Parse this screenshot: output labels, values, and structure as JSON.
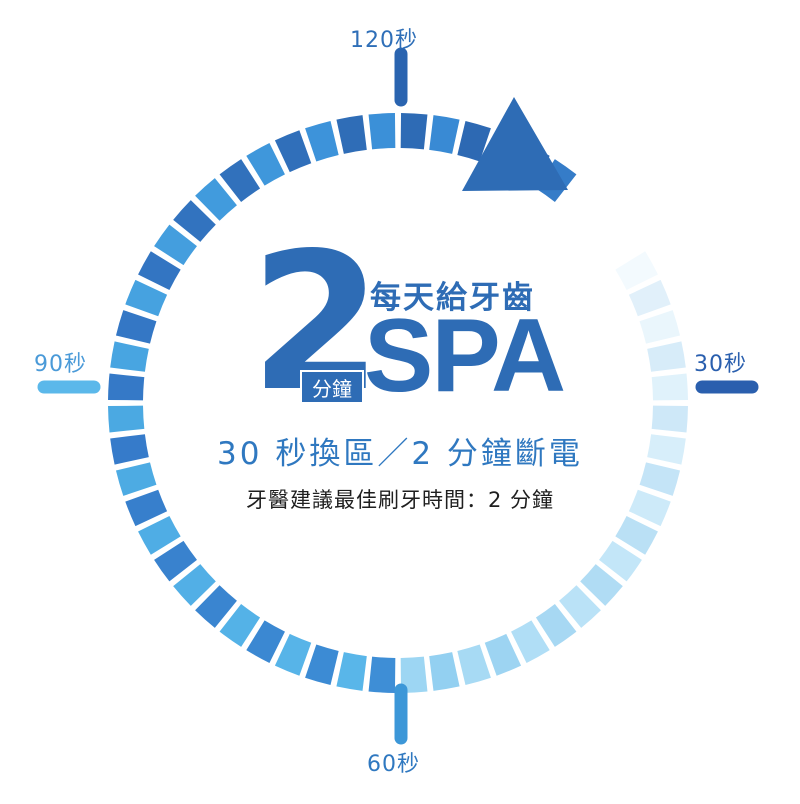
{
  "timer": {
    "ticks": [
      {
        "id": "120",
        "label": "120秒"
      },
      {
        "id": "30",
        "label": "30秒"
      },
      {
        "id": "60",
        "label": "60秒"
      },
      {
        "id": "90",
        "label": "90秒"
      }
    ]
  },
  "center": {
    "big_number": "2",
    "minute_badge": "分鐘",
    "tagline": "每天給牙齒",
    "spa_word": "SPA",
    "subtitle": "30 秒換區／2 分鐘斷電",
    "advice": "牙醫建議最佳刷牙時間：2 分鐘"
  },
  "colors": {
    "primary_blue": "#2e6cb5",
    "dark_blue": "#2a5fae",
    "light_blue": "#5bb8ea",
    "pale_blue": "#e8f2fb"
  },
  "icons": {
    "direction_arrow": "clockwise-arrow-icon"
  }
}
